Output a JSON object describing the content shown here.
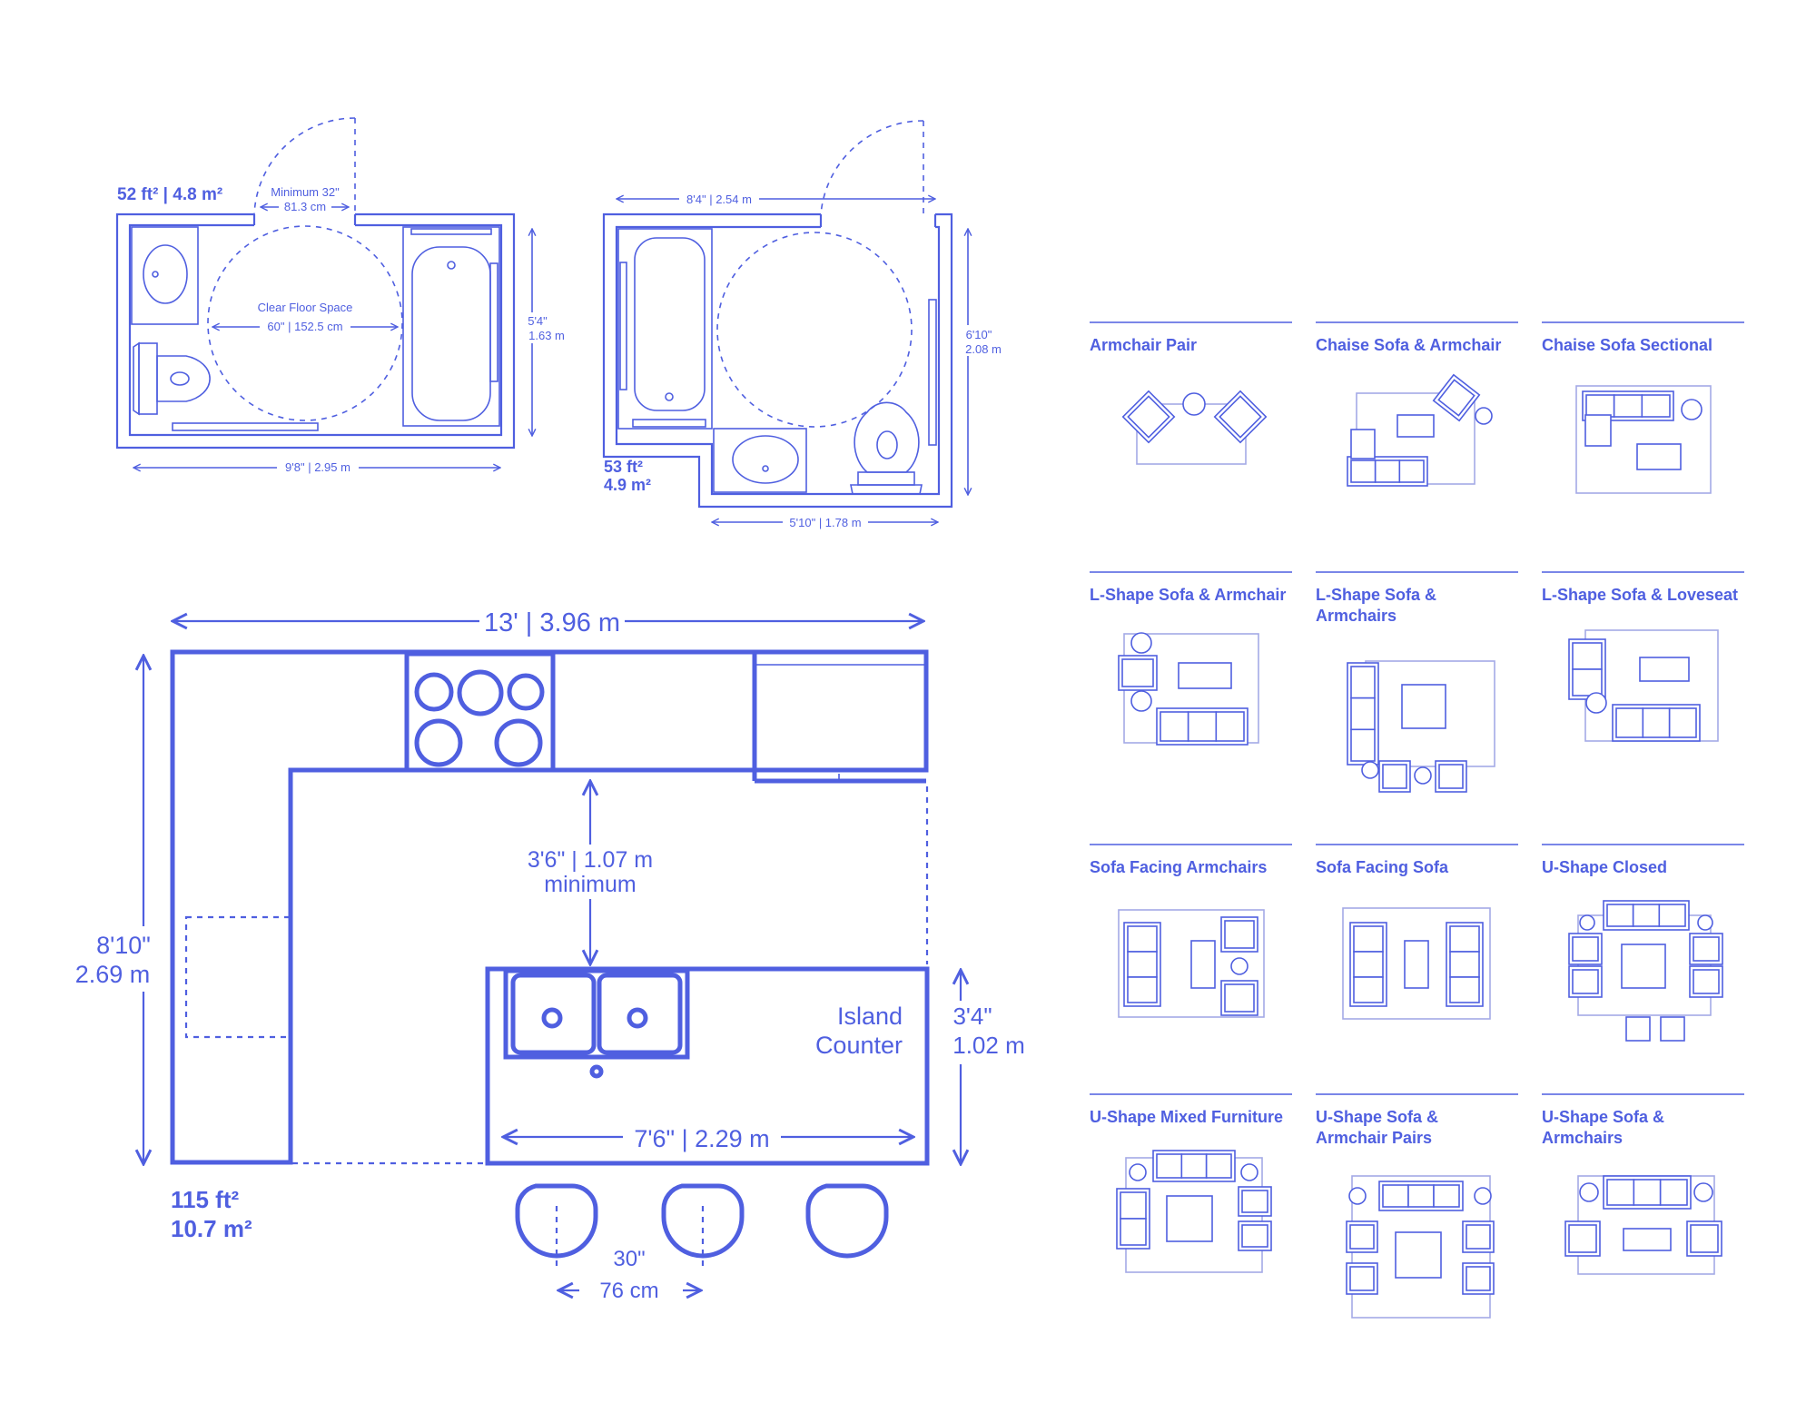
{
  "colors": {
    "line": "#4f5fe0",
    "light_line": "#a4aae6",
    "background": "#ffffff"
  },
  "bath1": {
    "area": "52 ft² | 4.8 m²",
    "door_min": "Minimum 32\"",
    "door_min_metric": "81.3 cm",
    "clear_floor": "Clear Floor Space",
    "clear_floor_size": "60\" | 152.5 cm",
    "height_ft": "5'4\"",
    "height_m": "1.63 m",
    "width": "9'8\" | 2.95 m"
  },
  "bath2": {
    "top_width": "8'4\" | 2.54 m",
    "height_ft": "6'10\"",
    "height_m": "2.08 m",
    "area_ft": "53 ft²",
    "area_m": "4.9 m²",
    "bottom_width": "5'10\" | 1.78 m"
  },
  "kitchen": {
    "width": "13' | 3.96 m",
    "height_ft": "8'10\"",
    "height_m": "2.69 m",
    "aisle": "3'6\" | 1.07 m",
    "aisle_note": "minimum",
    "island_line1": "Island",
    "island_line2": "Counter",
    "island_depth_ft": "3'4\"",
    "island_depth_m": "1.02 m",
    "island_width": "7'6\" | 2.29 m",
    "area_ft": "115 ft²",
    "area_m": "10.7 m²",
    "stool_spacing_in": "30\"",
    "stool_spacing_cm": "76 cm"
  },
  "layouts": [
    {
      "title": [
        "Armchair Pair"
      ],
      "icon": "armchair-pair-icon"
    },
    {
      "title": [
        "Chaise Sofa & Armchair"
      ],
      "icon": "chaise-sofa-armchair-icon"
    },
    {
      "title": [
        "Chaise Sofa Sectional"
      ],
      "icon": "chaise-sofa-sectional-icon"
    },
    {
      "title": [
        "L-Shape Sofa & Armchair"
      ],
      "icon": "l-shape-sofa-armchair-icon"
    },
    {
      "title": [
        "L-Shape Sofa &",
        "Armchairs"
      ],
      "icon": "l-shape-sofa-armchairs-icon"
    },
    {
      "title": [
        "L-Shape Sofa & Loveseat"
      ],
      "icon": "l-shape-sofa-loveseat-icon"
    },
    {
      "title": [
        "Sofa Facing Armchairs"
      ],
      "icon": "sofa-facing-armchairs-icon"
    },
    {
      "title": [
        "Sofa Facing Sofa"
      ],
      "icon": "sofa-facing-sofa-icon"
    },
    {
      "title": [
        "U-Shape Closed"
      ],
      "icon": "u-shape-closed-icon"
    },
    {
      "title": [
        "U-Shape Mixed Furniture"
      ],
      "icon": "u-shape-mixed-furniture-icon"
    },
    {
      "title": [
        "U-Shape Sofa &",
        "Armchair Pairs"
      ],
      "icon": "u-shape-sofa-armchair-pairs-icon"
    },
    {
      "title": [
        "U-Shape Sofa &",
        "Armchairs"
      ],
      "icon": "u-shape-sofa-armchairs-icon"
    }
  ]
}
